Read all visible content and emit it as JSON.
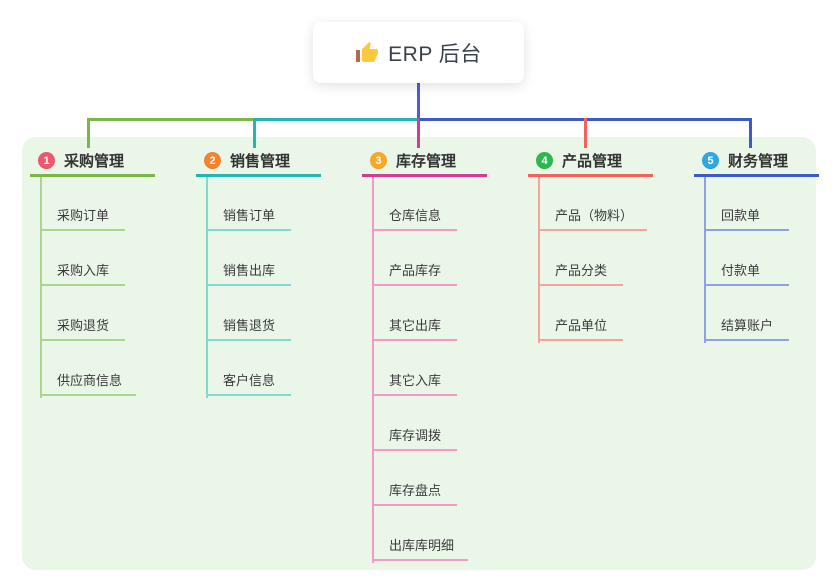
{
  "root": {
    "label": "ERP 后台",
    "icon": "thumbs-up",
    "text_color": "#39424E",
    "icon_colors": {
      "hand": "#FCC93E",
      "cuff": "#B56A45"
    }
  },
  "panel": {
    "bg": "#E9F6E8"
  },
  "connector": {
    "root_line_color": "#4E5ECE"
  },
  "branches": [
    {
      "number": "1",
      "label": "采购管理",
      "badge_color": "#F2566E",
      "line_color": "#7AB648",
      "child_line_color": "#A9D68D",
      "children": [
        "采购订单",
        "采购入库",
        "采购退货",
        "供应商信息"
      ]
    },
    {
      "number": "2",
      "label": "销售管理",
      "badge_color": "#F8812E",
      "line_color": "#22B7B2",
      "child_line_color": "#82D9D2",
      "children": [
        "销售订单",
        "销售出库",
        "销售退货",
        "客户信息"
      ]
    },
    {
      "number": "3",
      "label": "库存管理",
      "badge_color": "#F9A825",
      "line_color": "#D23C94",
      "child_line_color": "#F09AC4",
      "children": [
        "仓库信息",
        "产品库存",
        "其它出库",
        "其它入库",
        "库存调拨",
        "库存盘点",
        "出库库明细"
      ]
    },
    {
      "number": "4",
      "label": "产品管理",
      "badge_color": "#2EB750",
      "line_color": "#F4625C",
      "child_line_color": "#F8A29C",
      "children": [
        "产品（物料）",
        "产品分类",
        "产品单位"
      ]
    },
    {
      "number": "5",
      "label": "财务管理",
      "badge_color": "#2FA7E3",
      "line_color": "#3A5BC9",
      "child_line_color": "#8DA1E3",
      "children": [
        "回款单",
        "付款单",
        "结算账户"
      ]
    }
  ]
}
